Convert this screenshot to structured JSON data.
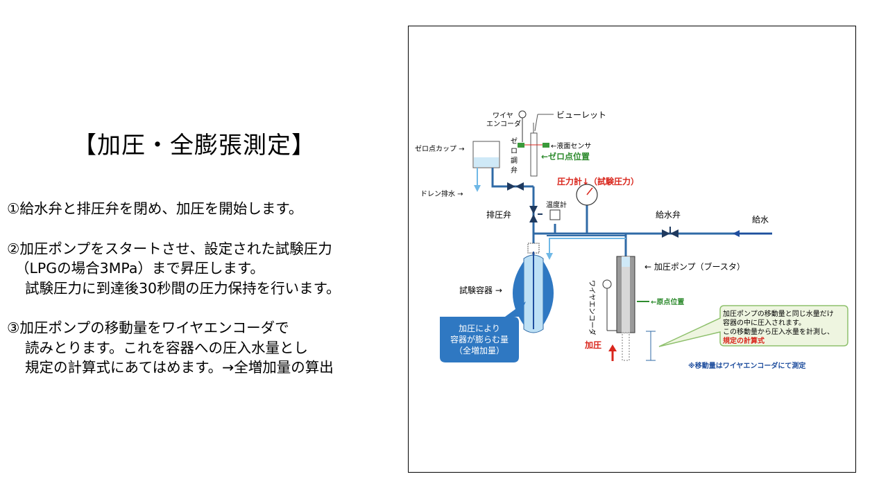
{
  "title": "【加圧・全膨張測定】",
  "steps": [
    "①給水弁と排圧弁を閉め、加圧を開始します。",
    "②加圧ポンプをスタートさせ、設定された試験圧力",
    "（LPGの場合3MPa）まで昇圧します。",
    "試験圧力に到達後30秒間の圧力保持を行います。",
    "③加圧ポンプの移動量をワイヤエンコーダで",
    "読みとります。これを容器への圧入水量とし",
    "規定の計算式にあてはめます。→全増加量の算出"
  ],
  "diagram": {
    "wire_encoder_top_1": "ワイヤ",
    "wire_encoder_top_2": "エンコーダ",
    "burette": "ビューレット",
    "zero_cup": "ゼロ点カップ →",
    "zero_valve_1": "ゼ",
    "zero_valve_2": "ロ",
    "zero_valve_3": "調",
    "zero_valve_4": "弁",
    "liquid_sensor": "←液面センサ",
    "zero_position": "←ゼロ点位置",
    "drain": "ドレン排水 →",
    "pressure_gauge": "圧力計↓（試験圧力）",
    "relief_valve": "排圧弁",
    "thermometer": "温度計",
    "supply_valve": "給水弁",
    "water_supply": "給水",
    "test_vessel": "試験容器 →",
    "pump": "←  加圧ポンプ（ブースタ）",
    "wire_encoder_side": "ワイヤエンコーダ",
    "origin": "←原点位置",
    "pressurize": "加圧",
    "bubble_1": "加圧により",
    "bubble_2": "容器が膨らむ量",
    "bubble_3": "（全増加量）",
    "note_1": "加圧ポンプの移動量と同じ水量だけ",
    "note_2": "容器の中に圧入されます。",
    "note_3": "この移動量から圧入水量を計測し、",
    "note_4": "規定の計算式",
    "footnote": "※移動量はワイヤエンコーダにて測定"
  },
  "colors": {
    "pipe": "#2f6aa6",
    "water": "#6fb8e6",
    "red_label": "#d9261c",
    "green_label": "#2e8b2e",
    "note_bg": "#eef5e0",
    "note_border": "#8ec06c",
    "bubble_bg": "#2f78c2"
  }
}
